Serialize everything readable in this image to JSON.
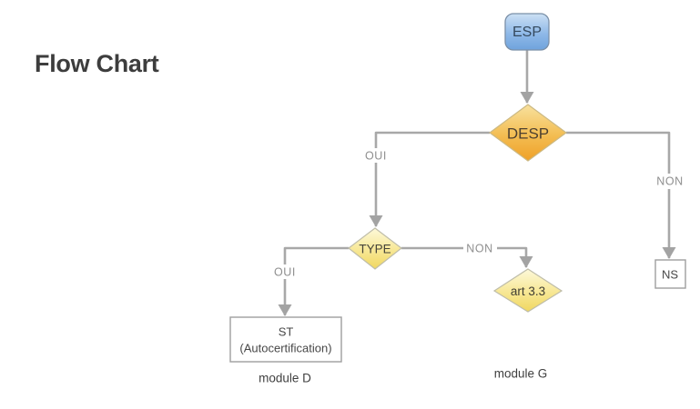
{
  "title": "Flow Chart",
  "diagram_type": "flowchart",
  "nodes": {
    "esp": {
      "label": "ESP",
      "shape": "rounded-rectangle"
    },
    "desp": {
      "label": "DESP",
      "shape": "diamond"
    },
    "type": {
      "label": "TYPE",
      "shape": "diamond"
    },
    "art33": {
      "label": "art 3.3",
      "shape": "diamond"
    },
    "st": {
      "line1": "ST",
      "line2": "(Autocertification)",
      "shape": "rectangle"
    },
    "ns": {
      "label": "NS",
      "shape": "rectangle"
    }
  },
  "edges": {
    "esp_to_desp": {
      "from": "ESP",
      "to": "DESP",
      "label": ""
    },
    "desp_to_type": {
      "from": "DESP",
      "to": "TYPE",
      "label": "OUI"
    },
    "desp_to_ns": {
      "from": "DESP",
      "to": "NS",
      "label": "NON"
    },
    "type_to_st": {
      "from": "TYPE",
      "to": "ST",
      "label": "OUI"
    },
    "type_to_art33": {
      "from": "TYPE",
      "to": "art 3.3",
      "label": "NON"
    }
  },
  "annotations": {
    "module_d": "module D",
    "module_g": "module G"
  },
  "colors": {
    "esp_top": "#cce0f4",
    "esp_mid": "#8fb9e8",
    "esp_bottom": "#6fa3dc",
    "desp_top": "#f8e19e",
    "desp_mid": "#f3bd52",
    "desp_bottom": "#efa028",
    "yellow_top": "#fdf9da",
    "yellow_mid": "#f7e794",
    "yellow_bottom": "#f0d75f",
    "line": "#a8a8a8",
    "arrowhead": "#a3a3a3",
    "title_text": "#3d3d3d"
  }
}
